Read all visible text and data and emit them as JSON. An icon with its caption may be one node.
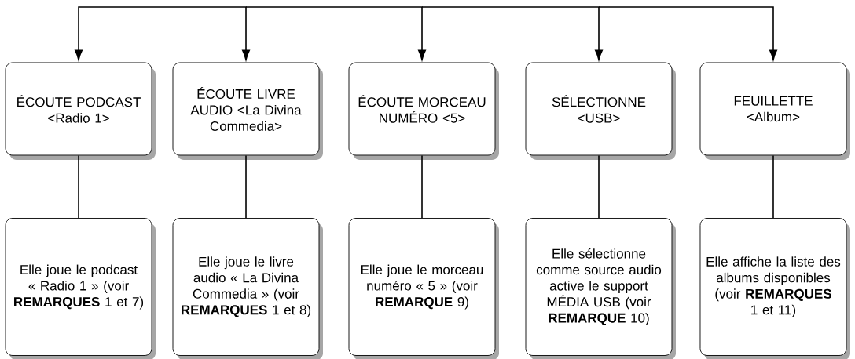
{
  "diagram": {
    "nodes": [
      {
        "text": [
          "ÉCOUTE PODCAST <Radio 1>"
        ]
      },
      {
        "text": [
          "ÉCOUTE LIVRE AUDIO <La Divina Commedia>"
        ]
      },
      {
        "text": [
          "ÉCOUTE MORCEAU NUMÉRO <5>"
        ]
      },
      {
        "text": [
          "SÉLECTIONNE <USB>"
        ]
      },
      {
        "text": [
          "FEUILLETTE <Album>"
        ]
      },
      {
        "text": [
          "Elle joue le podcast « Radio 1 » (voir **REMARQUES** 1 et 7)"
        ]
      },
      {
        "text": [
          "Elle joue le livre audio « La Divina Commedia » (voir **REMARQUES** 1 et 8)"
        ]
      },
      {
        "text": [
          "Elle joue le morceau numéro « 5 » (voir **REMARQUE** 9)"
        ]
      },
      {
        "text": [
          "Elle sélectionne comme source audio active le support MÉDIA USB (voir **REMARQUE** 10)"
        ]
      },
      {
        "text": [
          "Elle affiche la liste des albums disponibles (voir **REMARQUES** 1 et 11)"
        ]
      }
    ],
    "edges": [
      {
        "from": null,
        "to": 0,
        "arrow": "to"
      },
      {
        "from": null,
        "to": 1,
        "arrow": "to"
      },
      {
        "from": null,
        "to": 2,
        "arrow": "to"
      },
      {
        "from": null,
        "to": 3,
        "arrow": "to"
      },
      {
        "from": null,
        "to": 4,
        "arrow": "to"
      },
      {
        "from": 0,
        "to": 5,
        "arrow": "none"
      },
      {
        "from": 1,
        "to": 6,
        "arrow": "none"
      },
      {
        "from": 2,
        "to": 7,
        "arrow": "none"
      },
      {
        "from": 3,
        "to": 8,
        "arrow": "none"
      },
      {
        "from": 4,
        "to": 9,
        "arrow": "none"
      }
    ]
  }
}
